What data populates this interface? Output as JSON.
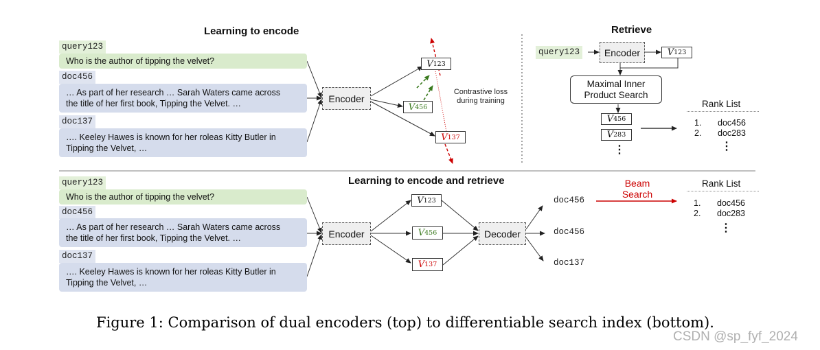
{
  "top_left": {
    "title": "Learning to encode",
    "query_tag": "query123",
    "query_text": "Who is the author of tipping the velvet?",
    "doc1_tag": "doc456",
    "doc1_line1": "… As part of her research … Sarah Waters came across",
    "doc1_line2": "the title of her first book, Tipping the Velvet. …",
    "doc2_tag": "doc137",
    "doc2_line1": "….  Keeley Hawes is known for her roleas Kitty Butler in",
    "doc2_line2": "Tipping the Velvet, …",
    "encoder": "Encoder",
    "v123": "V",
    "v123_sub": "123",
    "v456": "V",
    "v456_sub": "456",
    "v137": "V",
    "v137_sub": "137",
    "loss_line1": "Contrastive loss",
    "loss_line2": "during training"
  },
  "top_right": {
    "title": "Retrieve",
    "query_tag": "query123",
    "encoder": "Encoder",
    "v123": "V",
    "v123_sub": "123",
    "mips_line1": "Maximal Inner",
    "mips_line2": "Product Search",
    "v456": "V",
    "v456_sub": "456",
    "v283": "V",
    "v283_sub": "283",
    "vdots": "⋮",
    "rank_title": "Rank List",
    "rank1_num": "1.",
    "rank1": "doc456",
    "rank2_num": "2.",
    "rank2": "doc283",
    "rank_dots": "⋮"
  },
  "bottom": {
    "title": "Learning to encode and retrieve",
    "query_tag": "query123",
    "query_text": "Who is the author of tipping the velvet?",
    "doc1_tag": "doc456",
    "doc1_line1": "… As part of her research … Sarah Waters came across",
    "doc1_line2": "the title of her first book, Tipping the Velvet. …",
    "doc2_tag": "doc137",
    "doc2_line1": "….  Keeley Hawes is known for her roleas Kitty Butler in",
    "doc2_line2": "Tipping the Velvet, …",
    "encoder": "Encoder",
    "decoder": "Decoder",
    "v123": "V",
    "v123_sub": "123",
    "v456": "V",
    "v456_sub": "456",
    "v137": "V",
    "v137_sub": "137",
    "out1": "doc456",
    "out2": "doc456",
    "out3": "doc137",
    "beam_line1": "Beam",
    "beam_line2": "Search",
    "rank_title": "Rank List",
    "rank1_num": "1.",
    "rank1": "doc456",
    "rank2_num": "2.",
    "rank2": "doc283",
    "rank_dots": "⋮"
  },
  "caption": "Figure 1: Comparison of dual encoders (top) to differentiable search index (bottom).",
  "watermark": "CSDN @sp_fyf_2024",
  "colors": {
    "query": "#d9ebcc",
    "doc": "#d5dcec",
    "positive": "#3a7a1e",
    "negative": "#cc0000",
    "beam": "#cc0000"
  }
}
